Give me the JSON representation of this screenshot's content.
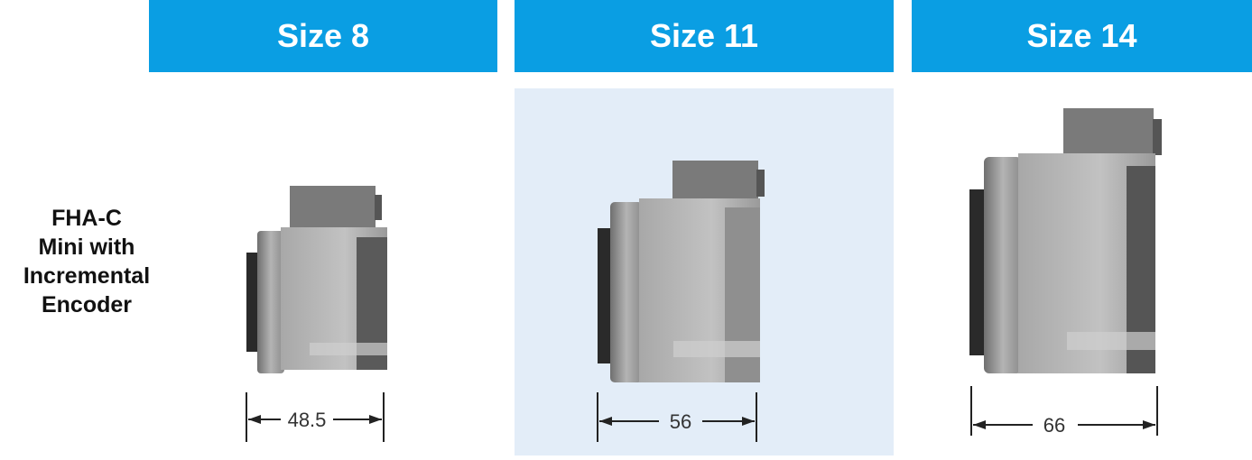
{
  "colors": {
    "header_bg": "#0A9EE3",
    "highlight_panel_bg": "#E3EDF8",
    "panel_bg": "#FFFFFF"
  },
  "row_label_lines": [
    "FHA-C",
    "Mini with",
    "Incremental",
    "Encoder"
  ],
  "columns": [
    {
      "header": "Size 8",
      "dimension": "48.5",
      "highlighted": false
    },
    {
      "header": "Size 11",
      "dimension": "56",
      "highlighted": true
    },
    {
      "header": "Size 14",
      "dimension": "66",
      "highlighted": false
    }
  ]
}
